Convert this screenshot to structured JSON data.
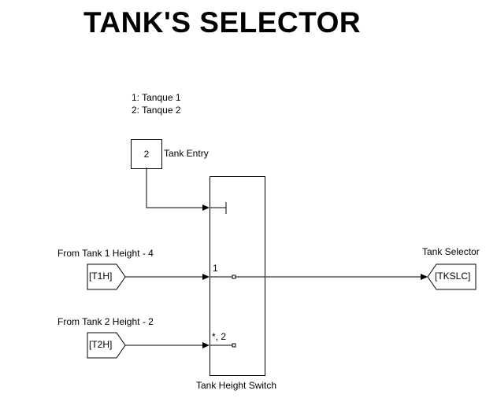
{
  "title": "TANK'S SELECTOR",
  "note": {
    "line1": "1: Tanque 1",
    "line2": "2: Tanque 2"
  },
  "constant_block": {
    "value": "2",
    "label": "Tank Entry"
  },
  "from_block_1": {
    "tag": "[T1H]",
    "label": "From Tank 1 Height - 4"
  },
  "from_block_2": {
    "tag": "[T2H]",
    "label": "From Tank 2 Height - 2"
  },
  "switch_block": {
    "label": "Tank Height Switch",
    "port1_label": "1",
    "port2_label": "*, 2"
  },
  "goto_block": {
    "tag": "[TKSLC]",
    "label": "Tank Selector"
  },
  "colors": {
    "line": "#000000",
    "background": "#ffffff"
  }
}
